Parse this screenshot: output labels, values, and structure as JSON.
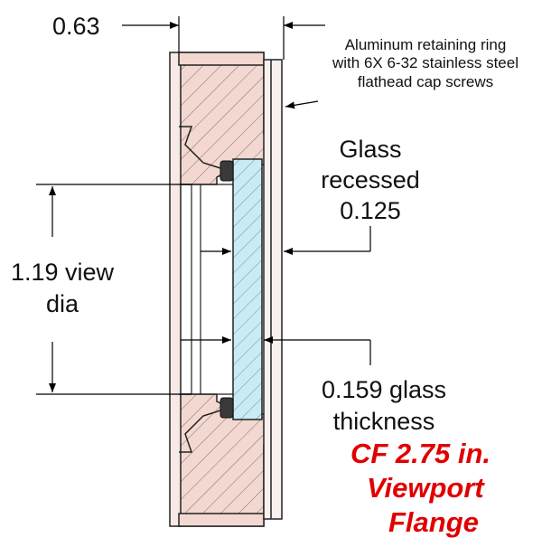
{
  "dimensions": {
    "flange_thickness": "0.63",
    "view_diameter_line1": "1.19 view",
    "view_diameter_line2": "dia",
    "glass_recess_line1": "Glass",
    "glass_recess_line2": "recessed",
    "glass_recess_line3": "0.125",
    "glass_thickness_line1": "0.159 glass",
    "glass_thickness_line2": "thickness"
  },
  "callouts": {
    "retaining_ring_line1": "Aluminum retaining ring",
    "retaining_ring_line2": "with 6X 6-32 stainless steel",
    "retaining_ring_line3": "flathead cap screws"
  },
  "title": {
    "line1": "CF 2.75 in.",
    "line2": "Viewport",
    "line3": "Flange"
  },
  "colors": {
    "flange_fill": "#f2d8d0",
    "glass_fill": "#c9ecf4",
    "seal_fill": "#3a3a3a",
    "line": "#222222",
    "title": "#e00000"
  }
}
